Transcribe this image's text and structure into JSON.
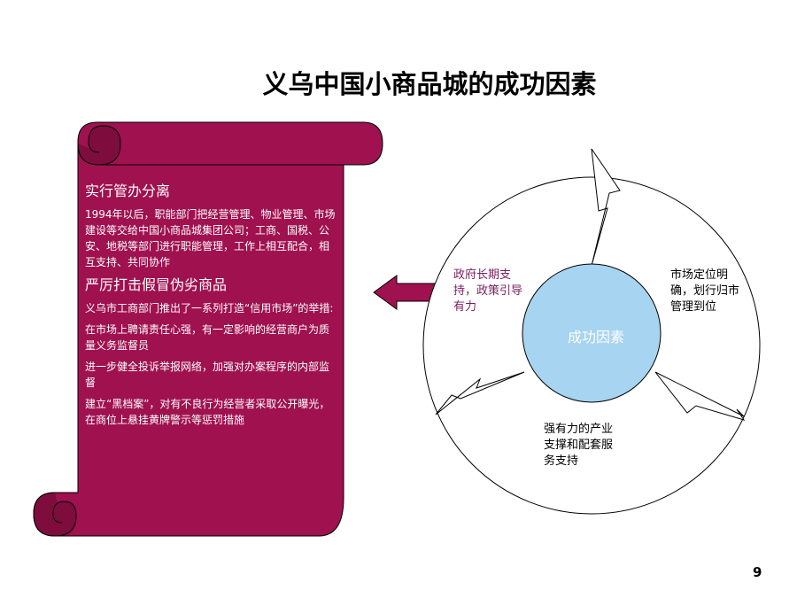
{
  "title": "义乌中国小商品城的成功因素",
  "scroll": {
    "sections": [
      {
        "heading": "实行管办分离",
        "paragraphs": [
          "1994年以后，职能部门把经营管理、物业管理、市场建设等交给中国小商品城集团公司；工商、国税、公安、地税等部门进行职能管理，工作上相互配合，相互支持、共同协作"
        ]
      },
      {
        "heading": "严厉打击假冒伪劣商品",
        "paragraphs": [
          "义乌市工商部门推出了一系列打造“信用市场”的举措:",
          "在市场上聘请责任心强，有一定影响的经营商户为质量义务监督员",
          "进一步健全投诉举报网络，加强对办案程序的内部监督",
          "建立“黑档案”，对有不良行为经营者采取公开曝光，在商位上悬挂黄牌警示等惩罚措施"
        ]
      }
    ]
  },
  "diagram": {
    "center_label": "成功因素",
    "factor_left": "政府长期支持，政策引导有力",
    "factor_right": "市场定位明确，划行归市管理到位",
    "factor_bottom": "强有力的产业支撑和配套服务支持"
  },
  "colors": {
    "scroll_fill": "#a0114f",
    "center_fill": "#a7d4f0",
    "arrow_fill": "#a0114f",
    "left_label": "#7a1f5c"
  },
  "page_number": "9"
}
